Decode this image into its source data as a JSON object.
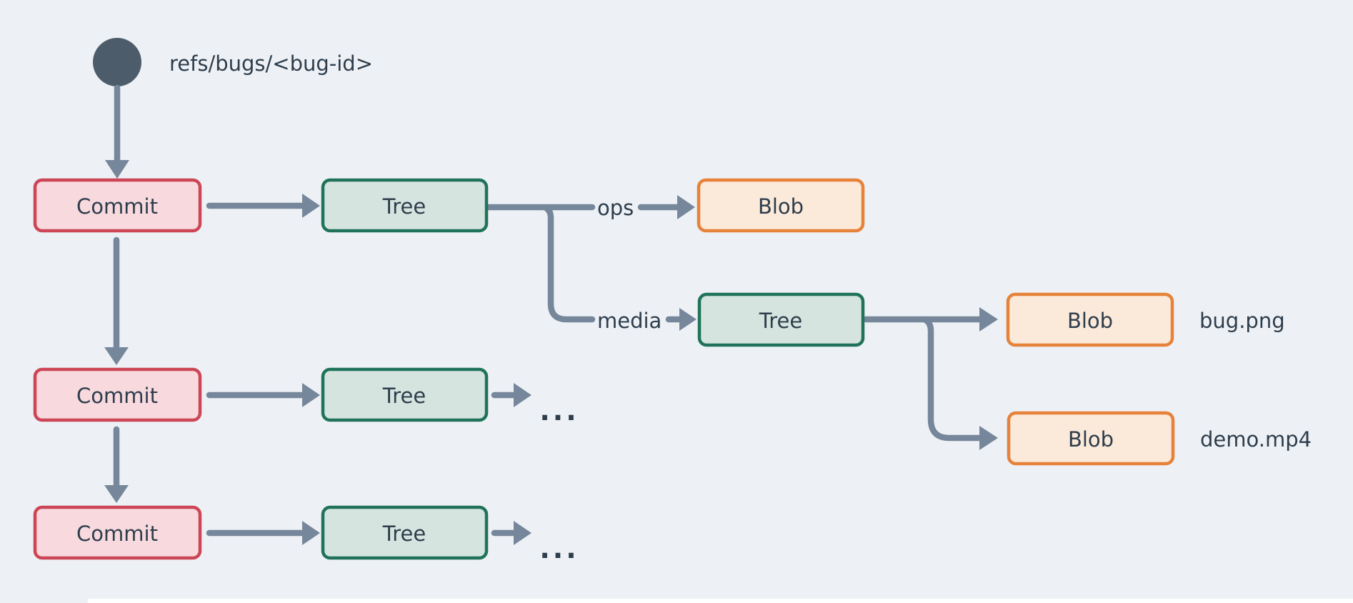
{
  "diagram": {
    "title_ref": "refs/bugs/<bug-id>",
    "nodes": {
      "commit1": "Commit",
      "commit2": "Commit",
      "commit3": "Commit",
      "tree_root": "Tree",
      "tree_mid": "Tree",
      "tree_bot": "Tree",
      "tree_media": "Tree",
      "blob_ops": "Blob",
      "blob_bug": "Blob",
      "blob_demo": "Blob"
    },
    "edge_labels": {
      "ops": "ops",
      "media": "media"
    },
    "file_labels": {
      "bug": "bug.png",
      "demo": "demo.mp4"
    },
    "ellipsis_mid": "...",
    "ellipsis_bot": "...",
    "colors": {
      "background": "#edf1f5",
      "connector": "#76879b",
      "ref_circle": "#4d5c6b",
      "text": "#2e3d4c",
      "commit_fill": "#f7d9de",
      "commit_border": "#cc4656",
      "tree_fill": "#d5e4de",
      "tree_border": "#20735a",
      "blob_fill": "#fbe9d9",
      "blob_border": "#e6823a",
      "bottom_strip": "#ffffff"
    }
  }
}
